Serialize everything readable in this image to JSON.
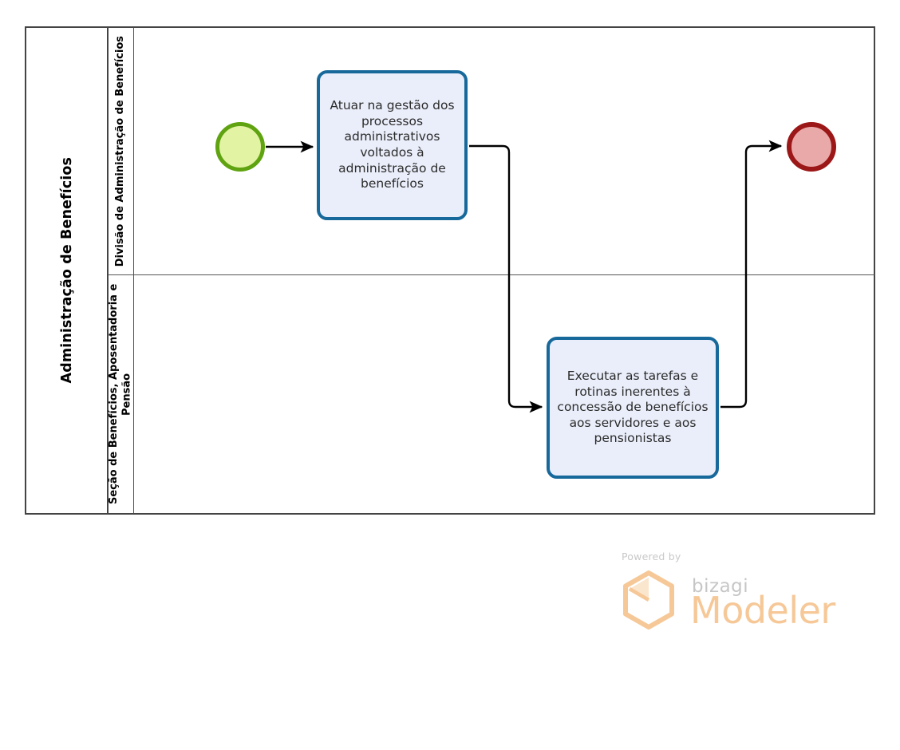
{
  "pool": {
    "title": "Administração de Benefícios",
    "border_color": "#444444",
    "background": "#ffffff"
  },
  "lanes": [
    {
      "id": "lane-divisao-administracao-beneficios",
      "title": "Divisão de Administração de Benefícios"
    },
    {
      "id": "lane-secao-beneficios-aposentadoria-pensao",
      "title": "Seção de Benefícios, Aposentadoria e Pensão"
    }
  ],
  "events": [
    {
      "id": "start-event",
      "type": "start",
      "icon": "start-event-circle",
      "fill": "#e2f3a4",
      "stroke": "#5fa311",
      "label": ""
    },
    {
      "id": "end-event",
      "type": "end",
      "icon": "end-event-circle",
      "fill": "#eaa9a9",
      "stroke": "#9c1717",
      "label": ""
    }
  ],
  "tasks": [
    {
      "id": "task-atuar-gestao-processos",
      "label": "Atuar na gestão dos processos administrativos voltados à administração de benefícios",
      "lane": "Divisão de Administração de Benefícios",
      "fill": "#eaeefa",
      "stroke": "#17699b"
    },
    {
      "id": "task-executar-tarefas-rotinas",
      "label": "Executar as tarefas e rotinas inerentes à concessão de benefícios aos servidores e aos pensionistas",
      "lane": "Seção de Benefícios, Aposentadoria e Pensão",
      "fill": "#eaeefa",
      "stroke": "#17699b"
    }
  ],
  "flows": [
    {
      "id": "flow-start-to-task1",
      "from": "start-event",
      "to": "task-atuar-gestao-processos",
      "label": ""
    },
    {
      "id": "flow-task1-to-task2",
      "from": "task-atuar-gestao-processos",
      "to": "task-executar-tarefas-rotinas",
      "label": ""
    },
    {
      "id": "flow-task2-to-end",
      "from": "task-executar-tarefas-rotinas",
      "to": "end-event",
      "label": ""
    }
  ],
  "footer": {
    "powered_by": "Powered by",
    "brand": "bizagi",
    "product": "Modeler",
    "brand_color": "#f6c898",
    "text_color": "#c6c6c6"
  }
}
